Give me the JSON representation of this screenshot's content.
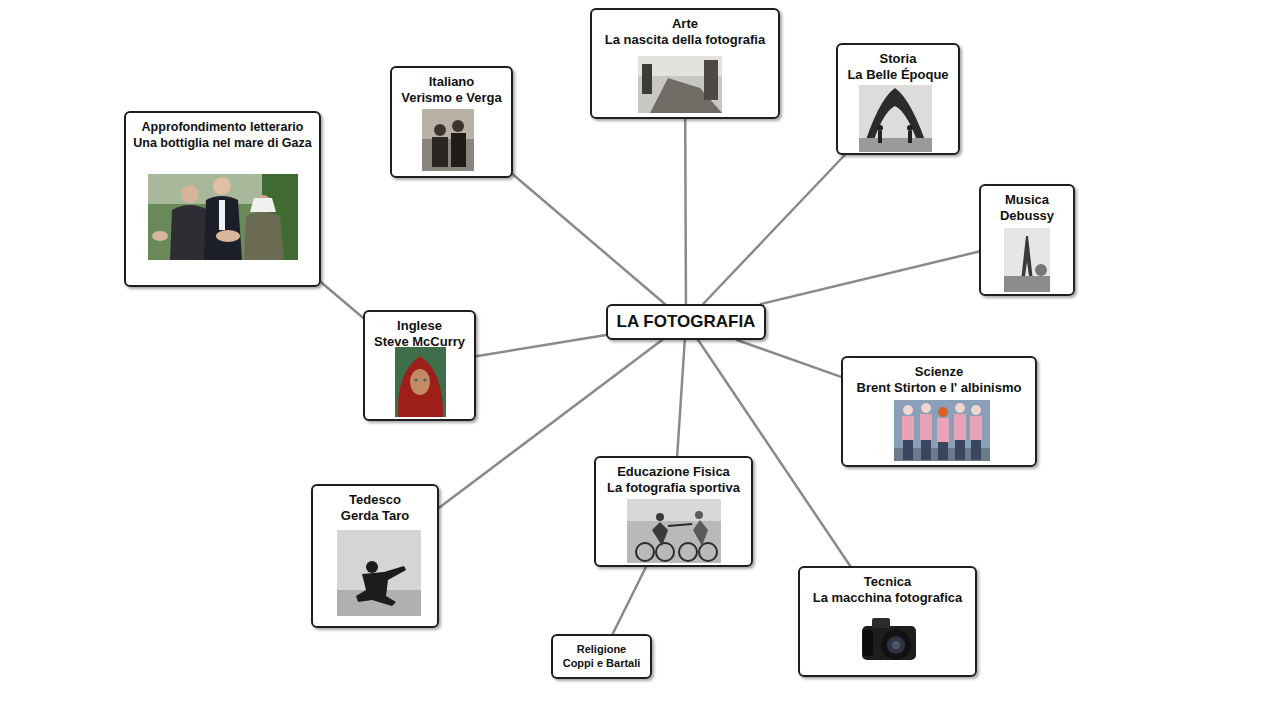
{
  "diagram": {
    "nodes": [
      {
        "text": [
          "Arte",
          "La nascita della fotografia"
        ]
      },
      {
        "text": [
          "Storia",
          "La Belle Époque"
        ]
      },
      {
        "text": [
          "Italiano",
          "Verismo e Verga"
        ]
      },
      {
        "text": [
          "Approfondimento letterario",
          "Una bottiglia nel mare di Gaza"
        ]
      },
      {
        "text": [
          "Musica",
          "Debussy"
        ]
      },
      {
        "text": [
          "LA FOTOGRAFIA"
        ]
      },
      {
        "text": [
          "Inglese",
          "Steve McCurry"
        ]
      },
      {
        "text": [
          "Scienze",
          "Brent Stirton e l' albinismo"
        ]
      },
      {
        "text": [
          "Educazione Fisica",
          "La fotografia sportiva"
        ]
      },
      {
        "text": [
          "Tedesco",
          "Gerda Taro"
        ]
      },
      {
        "text": [
          "Tecnica",
          "La macchina fotografica"
        ]
      },
      {
        "text": [
          "Religione",
          "Coppi e Bartali"
        ]
      }
    ],
    "edges": [
      {
        "from": 5,
        "to": 2,
        "arrow": "none"
      },
      {
        "from": 5,
        "to": 0,
        "arrow": "none"
      },
      {
        "from": 5,
        "to": 1,
        "arrow": "none"
      },
      {
        "from": 5,
        "to": 4,
        "arrow": "none"
      },
      {
        "from": 5,
        "to": 6,
        "arrow": "none"
      },
      {
        "from": 5,
        "to": 7,
        "arrow": "none"
      },
      {
        "from": 5,
        "to": 9,
        "arrow": "none"
      },
      {
        "from": 5,
        "to": 8,
        "arrow": "none"
      },
      {
        "from": 5,
        "to": 10,
        "arrow": "none"
      },
      {
        "from": 6,
        "to": 3,
        "arrow": "none"
      },
      {
        "from": 8,
        "to": 11,
        "arrow": "none"
      }
    ]
  }
}
